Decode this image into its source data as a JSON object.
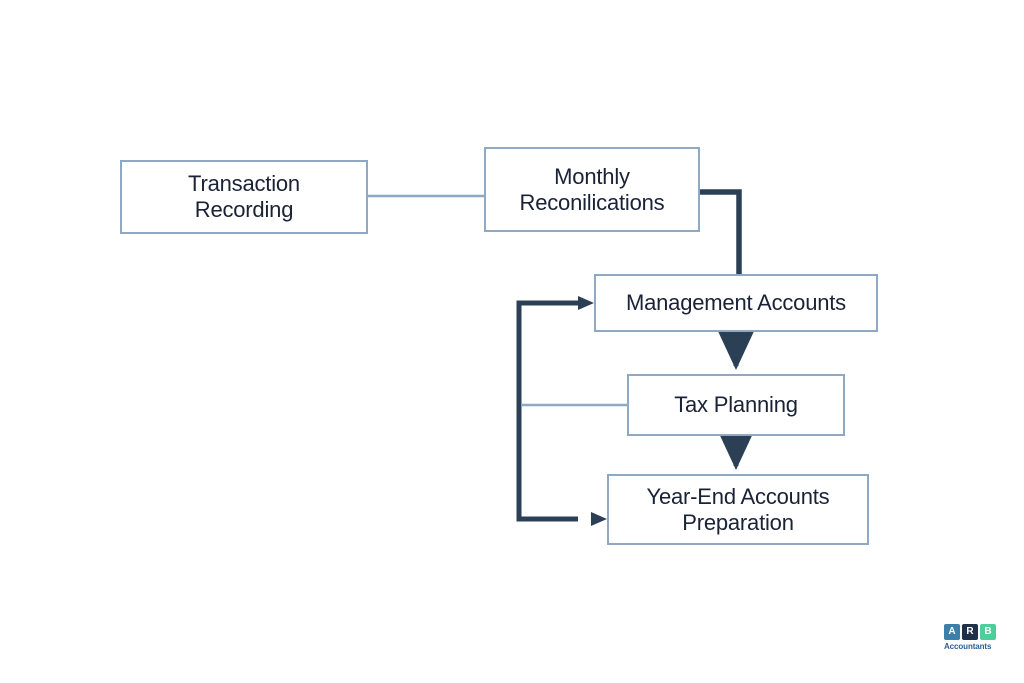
{
  "diagram": {
    "type": "flowchart",
    "background_color": "#ffffff",
    "node_border_color": "#8fa8c4",
    "node_fill_color": "#ffffff",
    "node_text_color": "#1a2236",
    "thin_connector_color": "#8fa8c4",
    "thick_connector_color": "#2c4055",
    "nodes": [
      {
        "id": "transaction-recording",
        "label": "Transaction\nRecording"
      },
      {
        "id": "monthly-reconciliations",
        "label": "Monthly\nReconilications"
      },
      {
        "id": "management-accounts",
        "label": "Management Accounts"
      },
      {
        "id": "tax-planning",
        "label": "Tax Planning"
      },
      {
        "id": "year-end-accounts",
        "label": "Year-End Accounts\nPreparation"
      }
    ],
    "connectors": [
      {
        "id": "transaction-to-monthly",
        "from": "transaction-recording",
        "to": "monthly-reconciliations",
        "style": "thin",
        "arrowhead": false,
        "routing": "horizontal"
      },
      {
        "id": "monthly-to-management",
        "from": "monthly-reconciliations",
        "to": "management-accounts",
        "style": "thick",
        "arrowhead": false,
        "routing": "elbow-right-down"
      },
      {
        "id": "management-to-tax",
        "from": "management-accounts",
        "to": "tax-planning",
        "style": "thick",
        "arrowhead": true,
        "routing": "vertical"
      },
      {
        "id": "tax-to-yearend",
        "from": "tax-planning",
        "to": "year-end-accounts",
        "style": "thick",
        "arrowhead": true,
        "routing": "vertical"
      },
      {
        "id": "spine-to-management",
        "from": "feedback-spine",
        "to": "management-accounts",
        "style": "thick",
        "arrowhead": true,
        "routing": "elbow-up-right"
      },
      {
        "id": "spine-to-yearend",
        "from": "feedback-spine",
        "to": "year-end-accounts",
        "style": "thick",
        "arrowhead": true,
        "routing": "elbow-down-right"
      },
      {
        "id": "tax-to-spine",
        "from": "tax-planning",
        "to": "feedback-spine",
        "style": "thin",
        "arrowhead": false,
        "routing": "horizontal"
      }
    ]
  },
  "logo": {
    "tiles": [
      {
        "letter": "A",
        "color": "#3c7fa8"
      },
      {
        "letter": "R",
        "color": "#1f3148"
      },
      {
        "letter": "B",
        "color": "#4ece9a"
      }
    ],
    "wordmark": "Accountants",
    "wordmark_color": "#2a5f96"
  }
}
